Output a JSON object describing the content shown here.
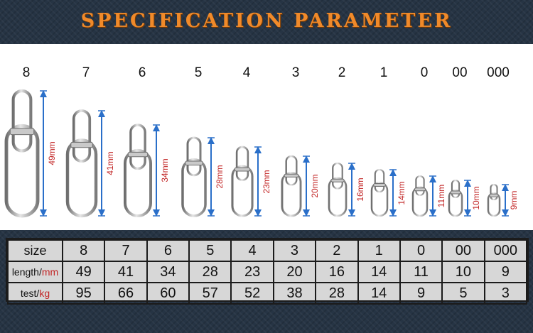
{
  "title": "SPECIFICATION PARAMETER",
  "sizes": [
    "8",
    "7",
    "6",
    "5",
    "4",
    "3",
    "2",
    "1",
    "0",
    "00",
    "000"
  ],
  "lengths": [
    "49mm",
    "41mm",
    "34mm",
    "28mm",
    "23mm",
    "20mm",
    "16mm",
    "14mm",
    "11mm",
    "10mm",
    "9mm"
  ],
  "table": {
    "size_label": "size",
    "length_label": "length/",
    "length_unit": "mm",
    "test_label": "test/",
    "test_unit": "kg",
    "size_row": [
      "8",
      "7",
      "6",
      "5",
      "4",
      "3",
      "2",
      "1",
      "0",
      "00",
      "000"
    ],
    "length_row": [
      "49",
      "41",
      "34",
      "28",
      "23",
      "20",
      "16",
      "14",
      "11",
      "10",
      "9"
    ],
    "test_row": [
      "95",
      "66",
      "60",
      "57",
      "52",
      "38",
      "28",
      "14",
      "9",
      "5",
      "3"
    ]
  },
  "colors": {
    "title": "#f08a2a",
    "arrow": "#2a6fc9",
    "dim_text": "#c22525",
    "background": "#263444"
  }
}
